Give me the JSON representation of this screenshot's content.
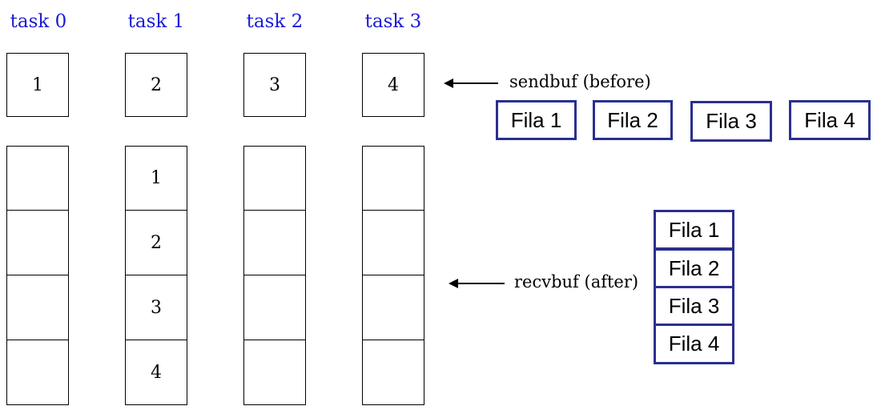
{
  "tasks": [
    {
      "label": "task 0",
      "send": "1",
      "recv": [
        "",
        "",
        "",
        ""
      ]
    },
    {
      "label": "task 1",
      "send": "2",
      "recv": [
        "1",
        "2",
        "3",
        "4"
      ]
    },
    {
      "label": "task 2",
      "send": "3",
      "recv": [
        "",
        "",
        "",
        ""
      ]
    },
    {
      "label": "task 3",
      "send": "4",
      "recv": [
        "",
        "",
        "",
        ""
      ]
    }
  ],
  "annotations": {
    "sendbuf": "sendbuf (before)",
    "recvbuf": "recvbuf (after)"
  },
  "fila_row": [
    "Fila 1",
    "Fila 2",
    "Fila 3",
    "Fila 4"
  ],
  "fila_column": [
    "Fila 1",
    "Fila 2",
    "Fila 3",
    "Fila 4"
  ],
  "colors": {
    "task_label": "#1a1ad8",
    "fila_border": "#2b2f8f"
  }
}
